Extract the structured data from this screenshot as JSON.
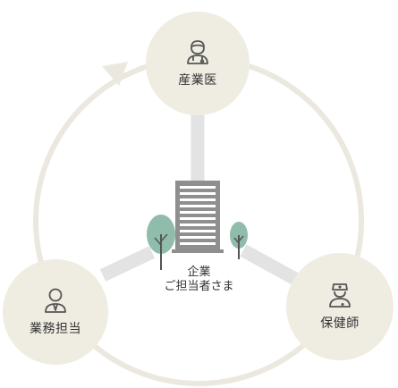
{
  "nodes": {
    "top": {
      "label": "産業医",
      "icon": "doctor-icon"
    },
    "right": {
      "label": "保健師",
      "icon": "nurse-icon"
    },
    "left": {
      "label": "業務担当",
      "icon": "staff-icon"
    }
  },
  "center": {
    "line1": "企業",
    "line2": "ご担当者さま",
    "icon": "office-building-icon"
  },
  "colors": {
    "node_fill": "#efece2",
    "ring": "#ebe8df",
    "spokes": "#e3e3e3",
    "building": "#8f8f8f",
    "tree": "#8fbcab",
    "icon_stroke": "#555555",
    "text": "#333333"
  }
}
